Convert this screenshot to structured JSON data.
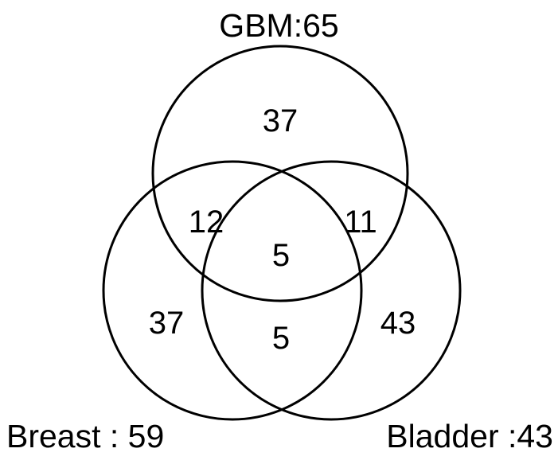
{
  "figure": {
    "type": "venn3",
    "background_color": "#ffffff",
    "stroke_color": "#000000",
    "text_color": "#000000"
  },
  "labels": {
    "top": "GBM:65",
    "bottom_left": "Breast : 59",
    "bottom_right": "Bladder :43"
  },
  "chart_data": {
    "type": "venn",
    "title": "",
    "sets": [
      {
        "key": "gbm",
        "name": "GBM",
        "total": 65,
        "label": "GBM:65",
        "position": "top"
      },
      {
        "key": "breast",
        "name": "Breast",
        "total": 59,
        "label": "Breast : 59",
        "position": "bottom-left"
      },
      {
        "key": "bladder",
        "name": "Bladder",
        "total": 43,
        "label": "Bladder :43",
        "position": "bottom-right"
      }
    ],
    "regions": [
      {
        "key": "gbm_only",
        "sets": [
          "GBM"
        ],
        "value": 37
      },
      {
        "key": "gbm_breast",
        "sets": [
          "GBM",
          "Breast"
        ],
        "value": 12
      },
      {
        "key": "gbm_bladder",
        "sets": [
          "GBM",
          "Bladder"
        ],
        "value": 11
      },
      {
        "key": "all_three",
        "sets": [
          "GBM",
          "Breast",
          "Bladder"
        ],
        "value": 5
      },
      {
        "key": "breast_only",
        "sets": [
          "Breast"
        ],
        "value": 37
      },
      {
        "key": "breast_bladder",
        "sets": [
          "Breast",
          "Bladder"
        ],
        "value": 5
      },
      {
        "key": "bladder_only",
        "sets": [
          "Bladder"
        ],
        "value": 43
      }
    ],
    "values": {
      "gbm_only": "37",
      "gbm_breast": "12",
      "gbm_bladder": "11",
      "all_three": "5",
      "breast_only": "37",
      "breast_bladder": "5",
      "bladder_only": "43"
    },
    "legend": "none",
    "grid": false
  }
}
